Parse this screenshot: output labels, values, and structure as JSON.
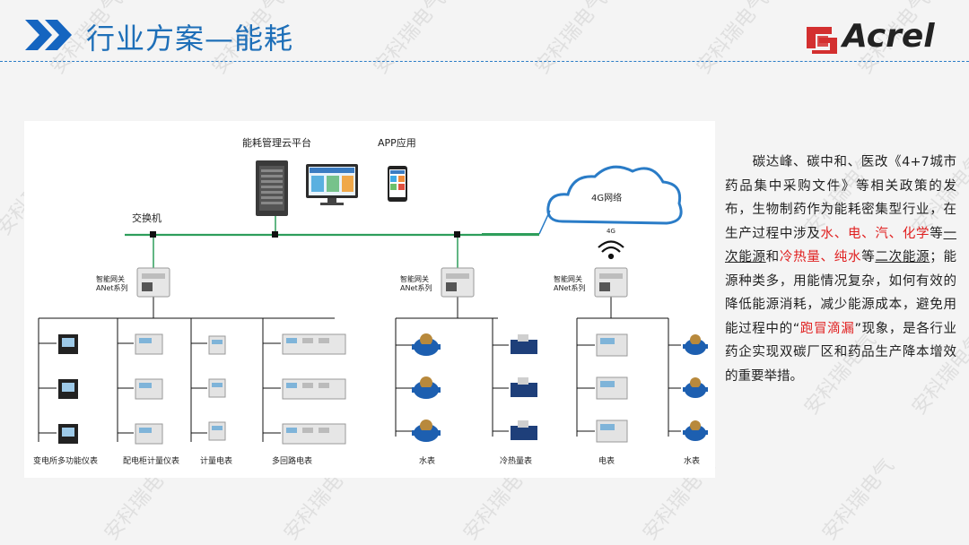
{
  "title": "行业方案—能耗",
  "logo": {
    "name": "Acrel"
  },
  "watermark": "安科瑞电气",
  "diagram": {
    "cloud_platform": "能耗管理云平台",
    "app": "APP应用",
    "network": "4G网络",
    "switch": "交换机",
    "signal": "4G",
    "gateway_line1": "智能网关",
    "gateway_line2": "ANet系列",
    "devices": [
      "变电所多功能仪表",
      "配电柜计量仪表",
      "计量电表",
      "多回路电表",
      "水表",
      "冷热量表",
      "电表",
      "水表"
    ]
  },
  "text": {
    "p1": "碳达峰、碳中和、医改《4+7城市药品集中采购文件》等相关政策的发布，生物制药作为能耗密集型行业，在生产过程中涉及",
    "r1": "水、电、汽、化学",
    "p2": "等",
    "u1": "一次能源",
    "p3": "和",
    "r2": "冷热量、纯水",
    "p4": "等",
    "u2": "二次能源",
    "p5": "；能源种类多，用能情况复杂，如何有效的降低能源消耗，减少能源成本，避免用能过程中的",
    "q1": "“",
    "r3": "跑冒滴漏",
    "q2": "”",
    "p6": "现象，是各行业药企实现双碳厂区和药品生产降本增效的重要举措。"
  },
  "colors": {
    "title": "#1e6fb8",
    "accent": "#2a7cc7",
    "bus": "#2e9e5b",
    "highlight": "#e02020"
  }
}
